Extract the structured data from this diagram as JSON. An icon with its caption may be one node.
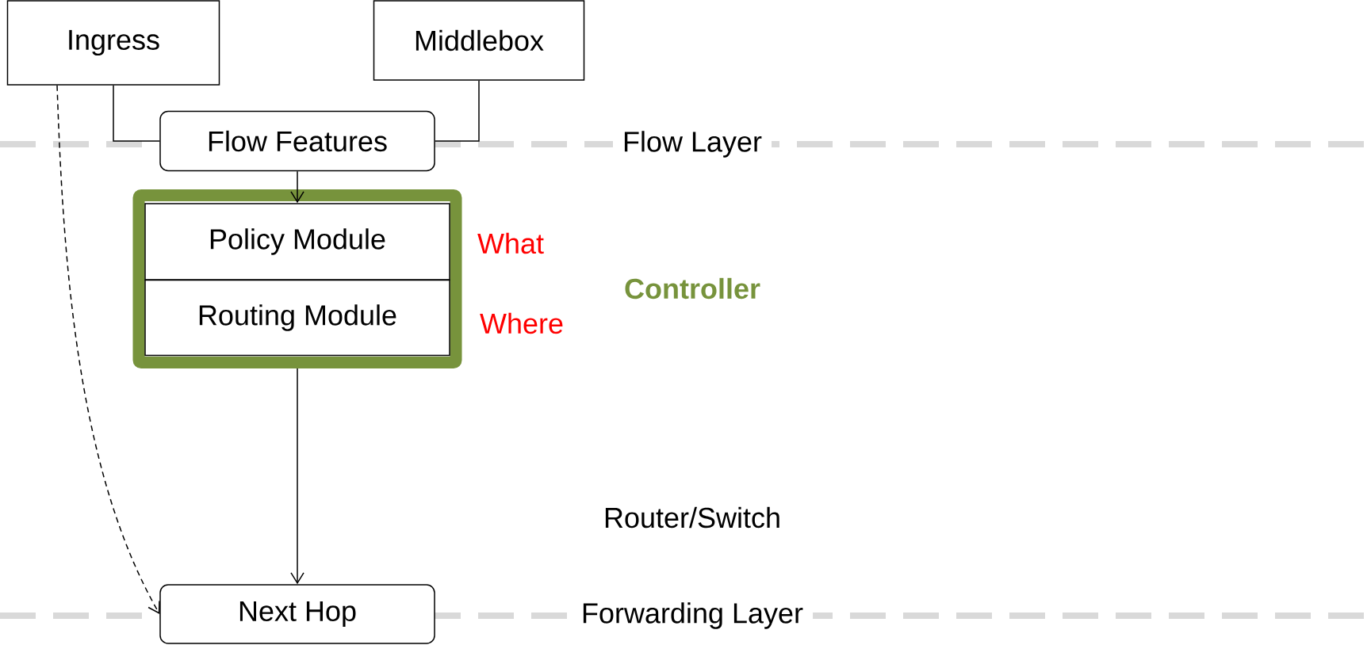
{
  "diagram": {
    "nodes": [
      {
        "text": [
          "Ingress"
        ]
      },
      {
        "text": [
          "Middlebox"
        ]
      },
      {
        "text": [
          "Flow Features"
        ]
      },
      {
        "text": [],
        "shape": "box"
      },
      {
        "text": [
          "Policy Module"
        ],
        "in": 3,
        "beside": [
          "What"
        ]
      },
      {
        "text": [
          "Routing Module"
        ],
        "in": 3,
        "beside": [
          "Where"
        ]
      },
      {
        "text": [
          "Next Hop"
        ]
      }
    ],
    "edges": [
      {
        "from": 0,
        "to": 2,
        "arrow": "none"
      },
      {
        "from": 1,
        "to": 2,
        "arrow": "none"
      },
      {
        "from": 2,
        "to": 4,
        "arrow": "to"
      },
      {
        "from": 3,
        "to": 6,
        "arrow": "to"
      },
      {
        "from": 0,
        "to": 6,
        "arrow": "to",
        "style": "dashed"
      }
    ],
    "labels": [
      "Flow Layer",
      "Controller",
      "Router/Switch",
      "Forwarding Layer"
    ]
  }
}
